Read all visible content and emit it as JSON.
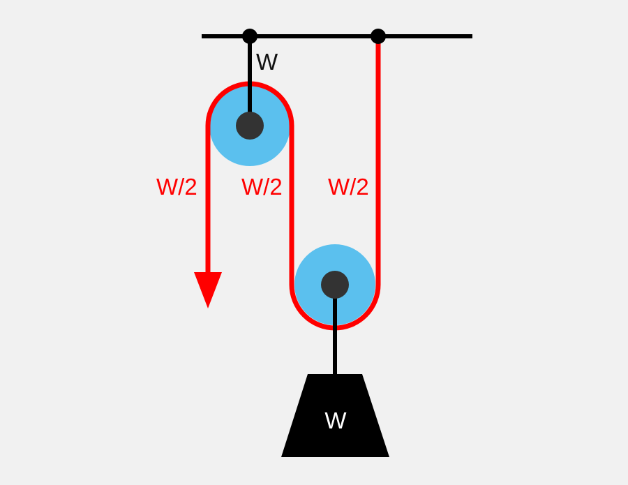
{
  "labels": {
    "anchor_force": "W",
    "left_rope_tension": "W/2",
    "middle_rope_tension": "W/2",
    "right_rope_tension": "W/2",
    "load_weight": "W"
  },
  "colors": {
    "background": "#f1f1f1",
    "rope": "#ff0000",
    "pulley": "#5bc0ee",
    "axle": "#333333",
    "beam": "#000000",
    "weight": "#000000",
    "tension_label": "#ff0000",
    "force_label": "#111111",
    "weight_label": "#ffffff"
  }
}
